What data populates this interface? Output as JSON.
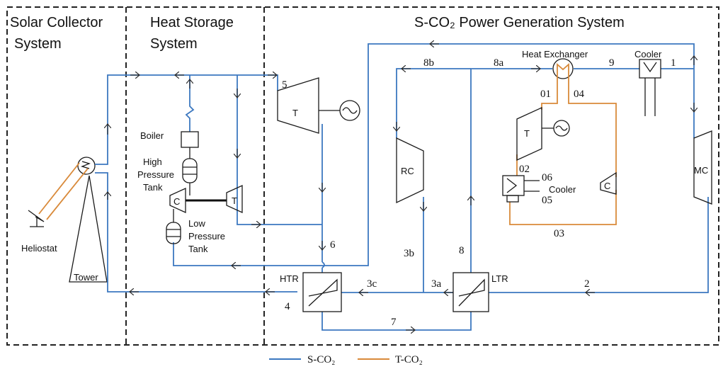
{
  "sections": {
    "solar": [
      "Solar Collector",
      "System"
    ],
    "storage": [
      "Heat Storage",
      "System"
    ],
    "power": "S-CO₂ Power Generation System"
  },
  "components": {
    "heliostat": "Heliostat",
    "tower": "Tower",
    "boiler": "Boiler",
    "high_tank": [
      "High",
      "Pressure",
      "Tank"
    ],
    "low_tank": [
      "Low",
      "Pressure",
      "Tank"
    ],
    "compressor_c": "C",
    "turbine_t": "T",
    "main_turbine": "T",
    "rc": "RC",
    "mc": "MC",
    "t_turbine": "T",
    "t_compressor": "C",
    "heat_exchanger": "Heat Exchanger",
    "cooler_top": "Cooler",
    "cooler_mid": "Cooler",
    "htr": "HTR",
    "ltr": "LTR"
  },
  "points": {
    "p1": "1",
    "p2": "2",
    "p3a": "3a",
    "p3b": "3b",
    "p3c": "3c",
    "p4": "4",
    "p5": "5",
    "p6": "6",
    "p7": "7",
    "p8": "8",
    "p8a": "8a",
    "p8b": "8b",
    "p9": "9",
    "p01": "01",
    "p02": "02",
    "p03": "03",
    "p04": "04",
    "p05": "05",
    "p06": "06"
  },
  "legend": {
    "s_co2": "S-CO₂",
    "t_co2": "T-CO₂"
  },
  "colors": {
    "s_co2": "#3c78c0",
    "t_co2": "#d98a3a"
  }
}
